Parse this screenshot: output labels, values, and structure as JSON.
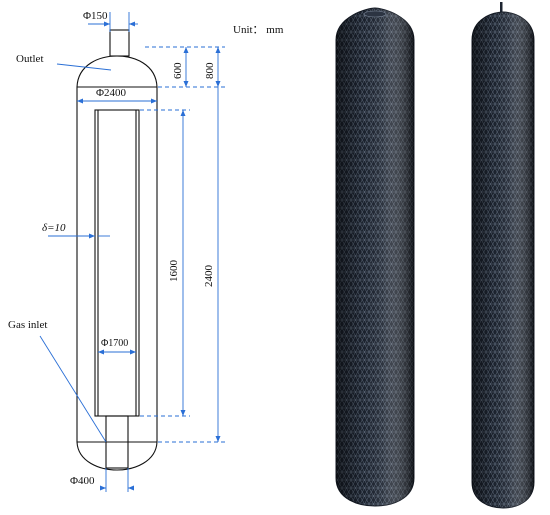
{
  "schematic": {
    "unit_label": "Unit： mm",
    "outlet_label": "Outlet",
    "gas_inlet_label": "Gas inlet",
    "dim_outlet_diameter": "Φ150",
    "dim_vessel_diameter": "Φ2400",
    "dim_inner_diameter": "Φ1700",
    "dim_inlet_diameter": "Φ400",
    "dim_wall_thickness": "δ=10",
    "dim_head_height": "600",
    "dim_top_height": "800",
    "dim_inner_length": "1600",
    "dim_body_length": "2400"
  },
  "mesh_views": [
    {
      "name": "mesh-view-left"
    },
    {
      "name": "mesh-view-right"
    }
  ],
  "colors": {
    "drawing_line": "#111111",
    "dimension_line": "#2a6fd6",
    "mesh_dark": "#1d2430",
    "mesh_line": "#6d7a8c"
  }
}
